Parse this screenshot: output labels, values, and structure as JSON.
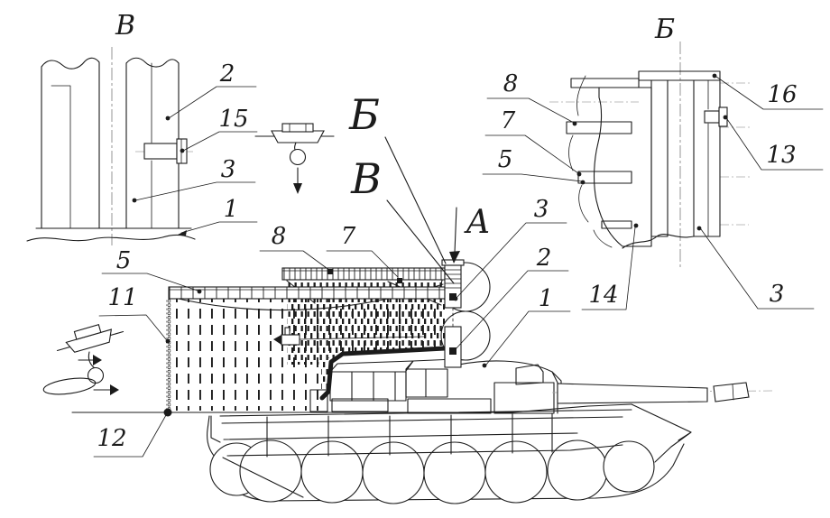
{
  "colors": {
    "ink": "#1b1b1b",
    "faint_line": "#a9a9a9",
    "centerline": "#8a8a8a",
    "background": "#ffffff"
  },
  "detail_view_left": {
    "letter": "В",
    "callouts": {
      "c2": "2",
      "c15": "15",
      "c3": "3",
      "c1": "1"
    }
  },
  "detail_view_right": {
    "letter": "Б",
    "callouts": {
      "c8": "8",
      "c7": "7",
      "c5": "5",
      "c14": "14",
      "c16": "16",
      "c13": "13",
      "c3": "3"
    }
  },
  "main_view": {
    "marker_view_B": "Б",
    "marker_view_V": "В",
    "marker_direction_A": "А",
    "callouts": {
      "c8": "8",
      "c7": "7",
      "c5": "5",
      "c11": "11",
      "c12": "12",
      "c3": "3",
      "c2": "2",
      "c1": "1"
    }
  }
}
